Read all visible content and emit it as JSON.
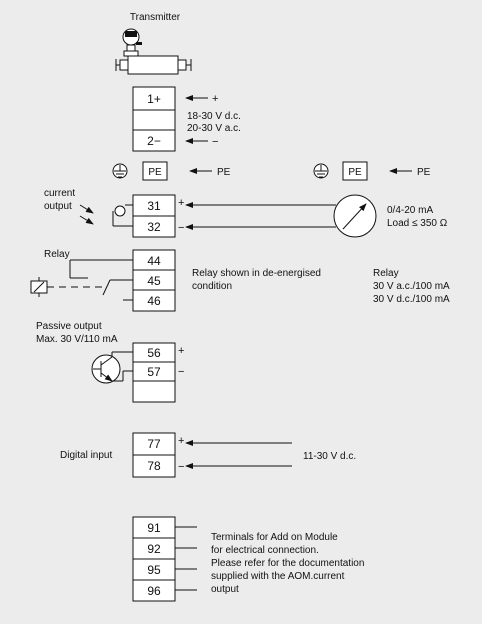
{
  "transmitter": {
    "title": "Transmitter"
  },
  "power": {
    "terminals": [
      "1+",
      "2−"
    ],
    "plus": "+",
    "minus": "−",
    "dc": "18-30 V d.c.",
    "ac": "20-30 V a.c."
  },
  "pe": {
    "box_left": "PE",
    "label_left": "PE",
    "box_right": "PE",
    "label_right": "PE"
  },
  "current_output": {
    "label_line1": "current",
    "label_line2": "output",
    "terminals": [
      "31",
      "32"
    ],
    "plus": "+",
    "minus": "−",
    "meter_line1": "0/4-20 mA",
    "meter_line2": "Load ≤ 350 Ω"
  },
  "relay": {
    "label": "Relay",
    "terminals": [
      "44",
      "45",
      "46"
    ],
    "note_line1": "Relay shown in de-energised",
    "note_line2": "condition",
    "rating_title": "Relay",
    "rating_ac": "30 V a.c./100 mA",
    "rating_dc": "30 V d.c./100 mA"
  },
  "passive_output": {
    "label_line1": "Passive output",
    "label_line2": "Max. 30 V/110 mA",
    "terminals": [
      "56",
      "57"
    ],
    "plus": "+",
    "minus": "−"
  },
  "digital_input": {
    "label": "Digital input",
    "terminals": [
      "77",
      "78"
    ],
    "plus": "+",
    "minus": "−",
    "voltage": "11-30 V d.c."
  },
  "aom": {
    "terminals": [
      "91",
      "92",
      "95",
      "96"
    ],
    "note_lines": [
      "Terminals for Add on Module",
      "for electrical connection.",
      "Please refer for the documentation",
      "supplied with the AOM.current",
      "output"
    ]
  }
}
